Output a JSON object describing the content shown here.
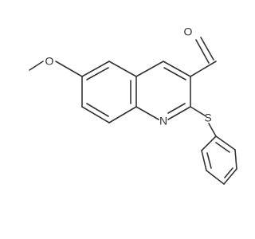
{
  "molecule": {
    "labels": {
      "oxygen_methoxy": "O",
      "oxygen_aldehyde": "O",
      "nitrogen": "N",
      "sulfur": "S"
    },
    "colors": {
      "bond": "#333333",
      "label": "#333333",
      "background": "#ffffff"
    }
  }
}
